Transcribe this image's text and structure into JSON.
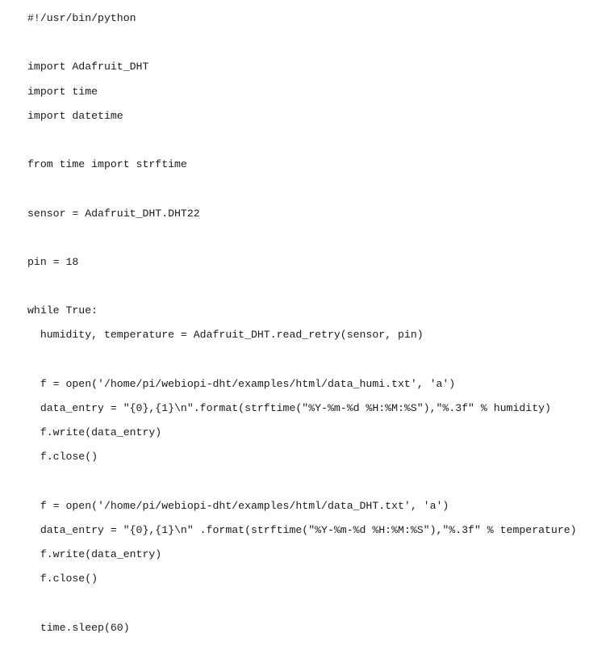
{
  "code": {
    "lines": [
      "#!/usr/bin/python",
      "",
      "import Adafruit_DHT",
      "import time",
      "import datetime",
      "",
      "from time import strftime",
      "",
      "sensor = Adafruit_DHT.DHT22",
      "",
      "pin = 18",
      "",
      "while True:",
      "  humidity, temperature = Adafruit_DHT.read_retry(sensor, pin)",
      "",
      "  f = open('/home/pi/webiopi-dht/examples/html/data_humi.txt', 'a')",
      "  data_entry = \"{0},{1}\\n\".format(strftime(\"%Y-%m-%d %H:%M:%S\"),\"%.3f\" % humidity)",
      "  f.write(data_entry)",
      "  f.close()",
      "",
      "  f = open('/home/pi/webiopi-dht/examples/html/data_DHT.txt', 'a')",
      "  data_entry = \"{0},{1}\\n\" .format(strftime(\"%Y-%m-%d %H:%M:%S\"),\"%.3f\" % temperature)",
      "  f.write(data_entry)",
      "  f.close()",
      "",
      "  time.sleep(60)"
    ]
  }
}
